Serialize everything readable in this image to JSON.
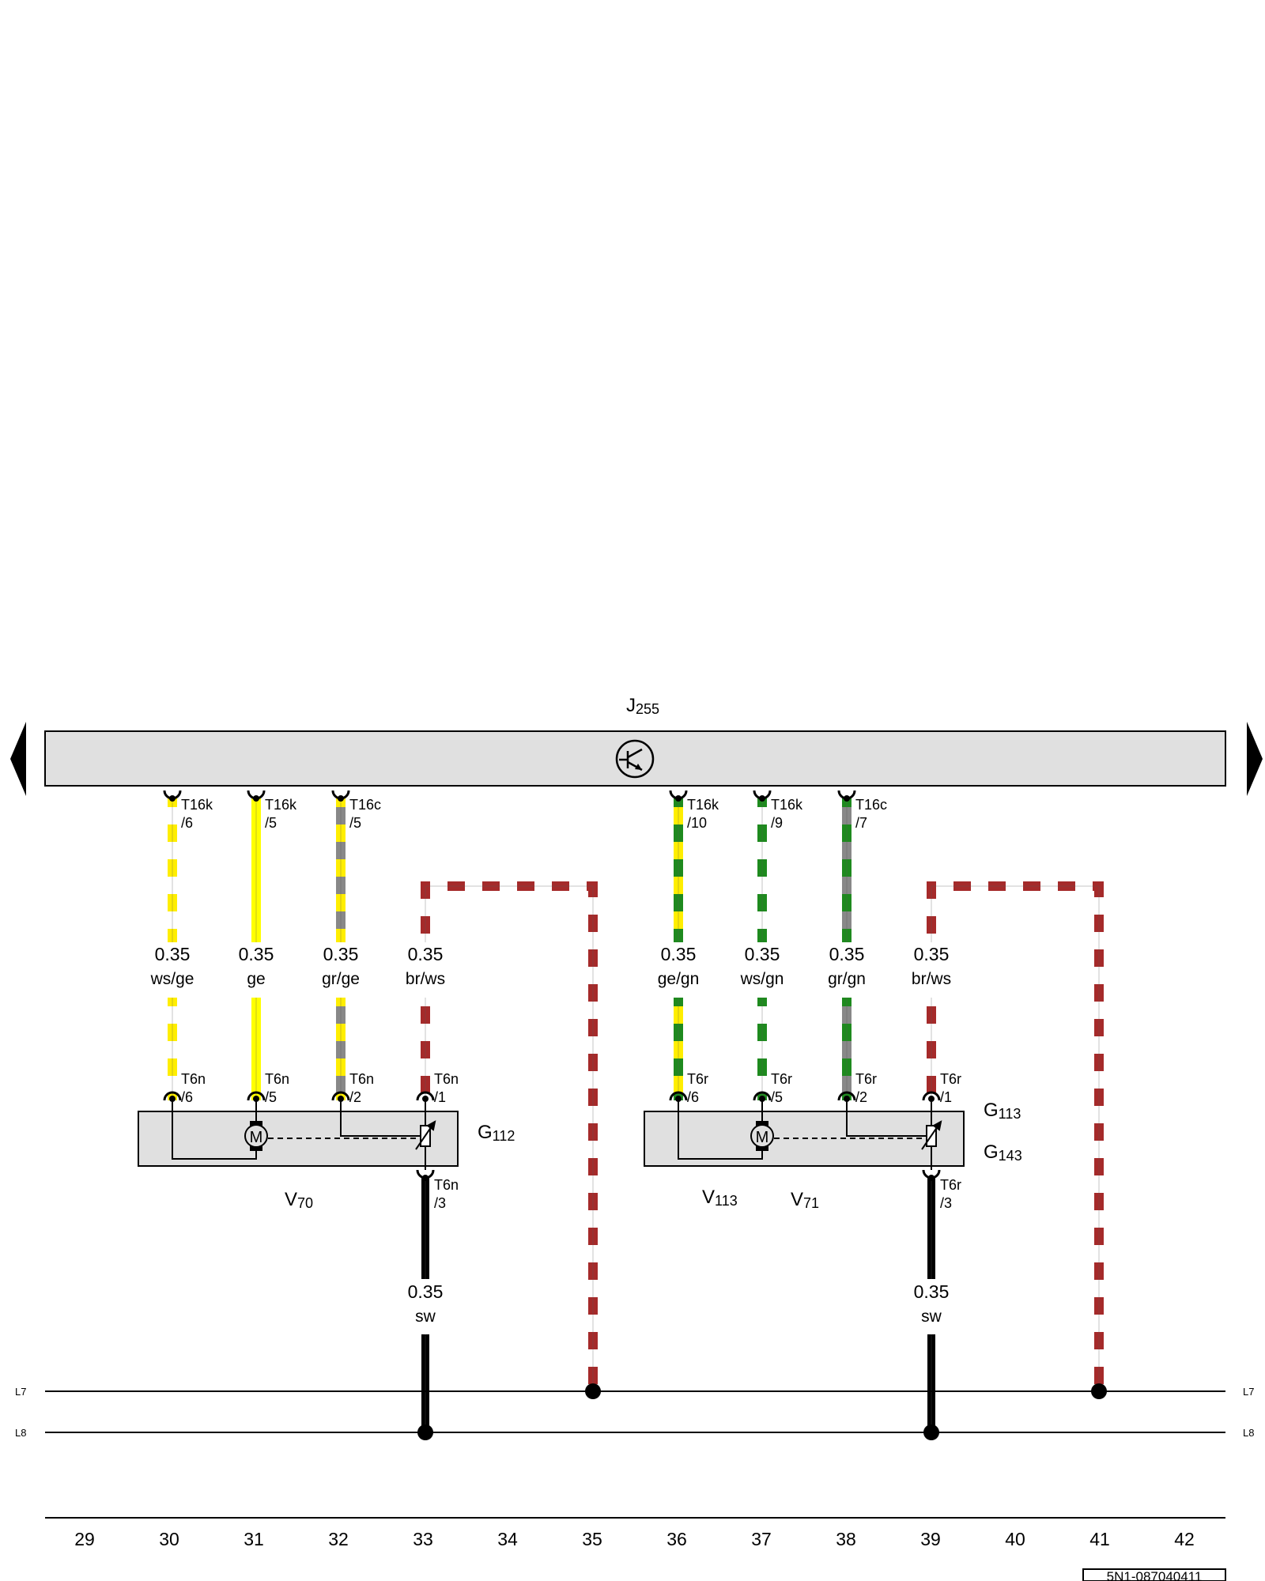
{
  "control_unit": {
    "label": "J",
    "sub": "255"
  },
  "bus_lines": [
    {
      "label": "L7"
    },
    {
      "label": "L8"
    }
  ],
  "wires": [
    {
      "id": "w1",
      "size": "0.35",
      "color": "ws/ge",
      "top_conn": "T16k",
      "top_pin": "/6",
      "bot_conn": "T6n",
      "bot_pin": "/6",
      "stripe": [
        "#ffffff",
        "#ffee00"
      ]
    },
    {
      "id": "w2",
      "size": "0.35",
      "color": "ge",
      "top_conn": "T16k",
      "top_pin": "/5",
      "bot_conn": "T6n",
      "bot_pin": "/5",
      "stripe": [
        "#ffff00",
        "#ffff00"
      ]
    },
    {
      "id": "w3",
      "size": "0.35",
      "color": "gr/ge",
      "top_conn": "T16c",
      "top_pin": "/5",
      "bot_conn": "T6n",
      "bot_pin": "/2",
      "stripe": [
        "#888888",
        "#ffee00"
      ]
    },
    {
      "id": "w4",
      "size": "0.35",
      "color": "br/ws",
      "top_conn": "",
      "top_pin": "",
      "bot_conn": "T6n",
      "bot_pin": "/1",
      "stripe": [
        "#a52a2a",
        "#ffffff"
      ]
    },
    {
      "id": "w5",
      "size": "0.35",
      "color": "ge/gn",
      "top_conn": "T16k",
      "top_pin": "/10",
      "bot_conn": "T6r",
      "bot_pin": "/6",
      "stripe": [
        "#ffee00",
        "#1e8a1e"
      ]
    },
    {
      "id": "w6",
      "size": "0.35",
      "color": "ws/gn",
      "top_conn": "T16k",
      "top_pin": "/9",
      "bot_conn": "T6r",
      "bot_pin": "/5",
      "stripe": [
        "#ffffff",
        "#1e8a1e"
      ]
    },
    {
      "id": "w7",
      "size": "0.35",
      "color": "gr/gn",
      "top_conn": "T16c",
      "top_pin": "/7",
      "bot_conn": "T6r",
      "bot_pin": "/2",
      "stripe": [
        "#888888",
        "#1e8a1e"
      ]
    },
    {
      "id": "w8",
      "size": "0.35",
      "color": "br/ws",
      "top_conn": "",
      "top_pin": "",
      "bot_conn": "T6r",
      "bot_pin": "/1",
      "stripe": [
        "#a52a2a",
        "#ffffff"
      ]
    }
  ],
  "ground_wires": [
    {
      "id": "g1",
      "size": "0.35",
      "color": "sw",
      "conn": "T6n",
      "pin": "/3",
      "stripe": [
        "#000000",
        "#000000"
      ]
    },
    {
      "id": "g2",
      "size": "0.35",
      "color": "sw",
      "conn": "T6r",
      "pin": "/3",
      "stripe": [
        "#000000",
        "#000000"
      ]
    }
  ],
  "components": {
    "left": {
      "motor_label": "V",
      "motor_sub": "70",
      "sensor_label": "G",
      "sensor_sub": "112"
    },
    "right": {
      "motor1_label": "V",
      "motor1_sub": "113",
      "motor2_label": "V",
      "motor2_sub": "71",
      "sensor1_label": "G",
      "sensor1_sub": "113",
      "sensor2_label": "G",
      "sensor2_sub": "143"
    },
    "motor_symbol": "M"
  },
  "grid_numbers": [
    "29",
    "30",
    "31",
    "32",
    "33",
    "34",
    "35",
    "36",
    "37",
    "38",
    "39",
    "40",
    "41",
    "42"
  ],
  "reference": "5N1-087040411",
  "icons": {
    "unit_symbol": "transistor-icon",
    "nav_prev": "triangle-left-icon",
    "nav_next": "triangle-right-icon"
  }
}
